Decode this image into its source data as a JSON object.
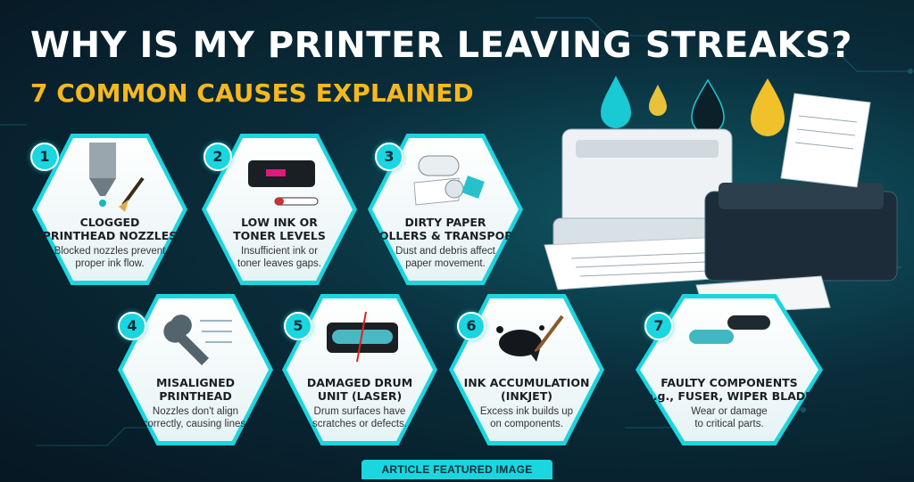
{
  "title": "WHY IS MY PRINTER LEAVING STREAKS?",
  "subtitle": "7 COMMON CAUSES EXPLAINED",
  "causes": [
    {
      "number": "1",
      "heading_l1": "CLOGGED",
      "heading_l2": "PRINTHEAD NOZZLES",
      "desc_l1": "Blocked nozzles prevent",
      "desc_l2": "proper ink flow.",
      "icon": "printhead-nozzle-icon"
    },
    {
      "number": "2",
      "heading_l1": "LOW INK OR",
      "heading_l2": "TONER LEVELS",
      "desc_l1": "Insufficient ink or",
      "desc_l2": "toner leaves gaps.",
      "icon": "toner-cartridge-icon"
    },
    {
      "number": "3",
      "heading_l1": "DIRTY PAPER",
      "heading_l2": "ROLLERS & TRANSPORT",
      "desc_l1": "Dust and debris affect",
      "desc_l2": "paper movement.",
      "icon": "paper-rollers-icon"
    },
    {
      "number": "4",
      "heading_l1": "MISALIGNED",
      "heading_l2": "PRINTHEAD",
      "desc_l1": "Nozzles don't align",
      "desc_l2": "correctly, causing lines.",
      "icon": "wrench-icon"
    },
    {
      "number": "5",
      "heading_l1": "DAMAGED DRUM",
      "heading_l2": "UNIT (LASER)",
      "desc_l1": "Drum surfaces have",
      "desc_l2": "scratches or defects.",
      "icon": "drum-unit-icon"
    },
    {
      "number": "6",
      "heading_l1": "INK ACCUMULATION",
      "heading_l2": "(INKJET)",
      "desc_l1": "Excess ink builds up",
      "desc_l2": "on components.",
      "icon": "ink-splat-icon"
    },
    {
      "number": "7",
      "heading_l1": "FAULTY COMPONENTS",
      "heading_l2": "(e.g., FUSER, WIPER BLADE)",
      "desc_l1": "Wear or damage",
      "desc_l2": "to critical parts.",
      "icon": "fuser-roller-icon"
    }
  ],
  "footer": "ARTICLE FEATURED IMAGE",
  "colors": {
    "accent": "#1ad6e0",
    "title": "#ffffff",
    "subtitle": "#f6b81c",
    "background": "#0a2c3a"
  }
}
